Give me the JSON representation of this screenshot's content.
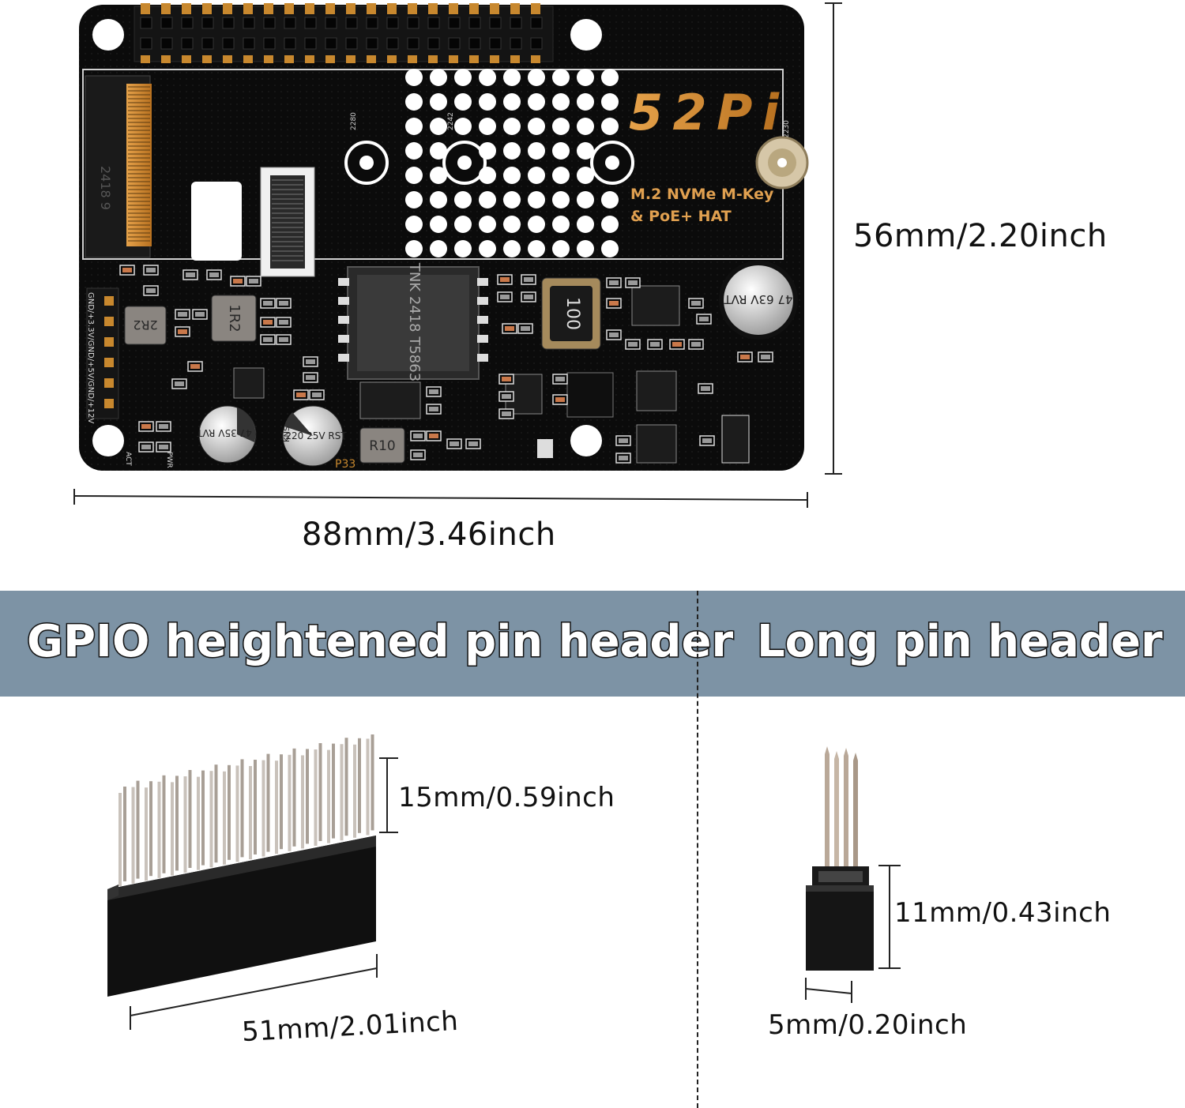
{
  "board": {
    "brand": "52Pi",
    "product_line1": "M.2 NVMe M-Key",
    "product_line2": "& PoE+ HAT",
    "width_dim": "88mm/3.46inch",
    "height_dim": "56mm/2.20inch",
    "inductor_1r2": "1R2",
    "inductor_2r2": "2R2",
    "inductor_100": "100",
    "inductor_r10": "R10",
    "transformer": "TNK 2418 T5863",
    "cap_right": "47 63V RVT",
    "cap_left": "47 35V RVT",
    "cap_mid": "220 25V RST",
    "cap_mid_brand": "KNS",
    "pin_labels": "GND/+3.3V/GND/+5V/GND/+12V",
    "act_label": "ACT",
    "pwr_label": "PWR",
    "p33_label": "P33",
    "m2_sizes": "2280",
    "m2_size_2242": "2242",
    "m2_size_2230": "2230"
  },
  "sections": {
    "left_title": "GPIO heightened pin header",
    "right_title": "Long pin header"
  },
  "gpio_header": {
    "height_dim": "15mm/0.59inch",
    "length_dim": "51mm/2.01inch"
  },
  "long_header": {
    "height_dim": "11mm/0.43inch",
    "width_dim": "5mm/0.20inch"
  },
  "colors": {
    "pcb": "#0b0b0b",
    "silkscreen": "#d9d9d9",
    "gold": "#c8882e",
    "banner": "#7d93a5"
  }
}
